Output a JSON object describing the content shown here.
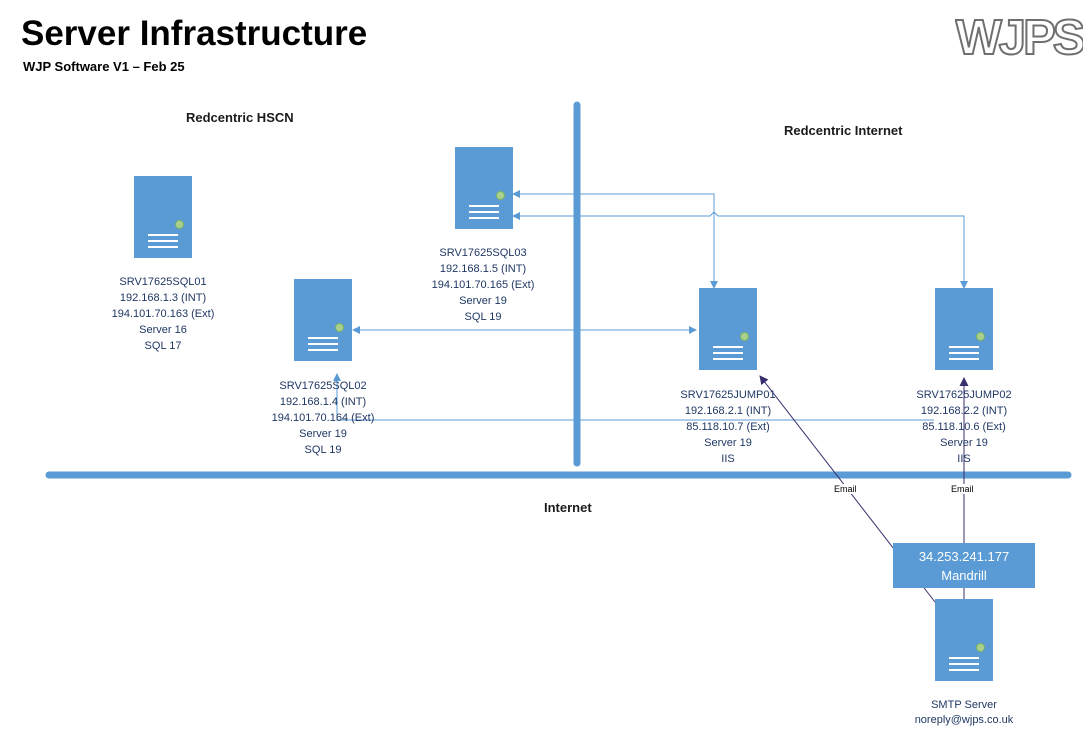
{
  "header": {
    "title": "Server Infrastructure",
    "subtitle": "WJP Software V1 – Feb 25",
    "logo_text": "WJPS"
  },
  "zones": {
    "hscn": "Redcentric HSCN",
    "internet_zone": "Redcentric Internet",
    "internet": "Internet"
  },
  "servers": [
    {
      "id": "sql01",
      "lines": [
        "SRV17625SQL01",
        "192.168.1.3 (INT)",
        "194.101.70.163 (Ext)",
        "Server 16",
        "SQL 17"
      ]
    },
    {
      "id": "sql02",
      "lines": [
        "SRV17625SQL02",
        "192.168.1.4 (INT)",
        "194.101.70.164 (Ext)",
        "Server 19",
        "SQL 19"
      ]
    },
    {
      "id": "sql03",
      "lines": [
        "SRV17625SQL03",
        "192.168.1.5 (INT)",
        "194.101.70.165 (Ext)",
        "Server 19",
        "SQL 19"
      ]
    },
    {
      "id": "jump01",
      "lines": [
        "SRV17625JUMP01",
        "192.168.2.1 (INT)",
        "85.118.10.7 (Ext)",
        "Server 19",
        "IIS"
      ]
    },
    {
      "id": "jump02",
      "lines": [
        "SRV17625JUMP02",
        "192.168.2.2 (INT)",
        "85.118.10.6 (Ext)",
        "Server 19",
        "IIS"
      ]
    },
    {
      "id": "smtp",
      "lines": [
        "SMTP Server",
        "noreply@wjps.co.uk"
      ]
    }
  ],
  "mandrill": {
    "ip": "34.253.241.177",
    "name": "Mandrill"
  },
  "edges": {
    "email_label_1": "Email",
    "email_label_2": "Email"
  },
  "colors": {
    "server_fill": "#5b9bd5",
    "led": "#a9d18e",
    "connector": "#5b9bd5",
    "bus": "#5b9bd5",
    "email_arrow": "#3b2e6e"
  }
}
